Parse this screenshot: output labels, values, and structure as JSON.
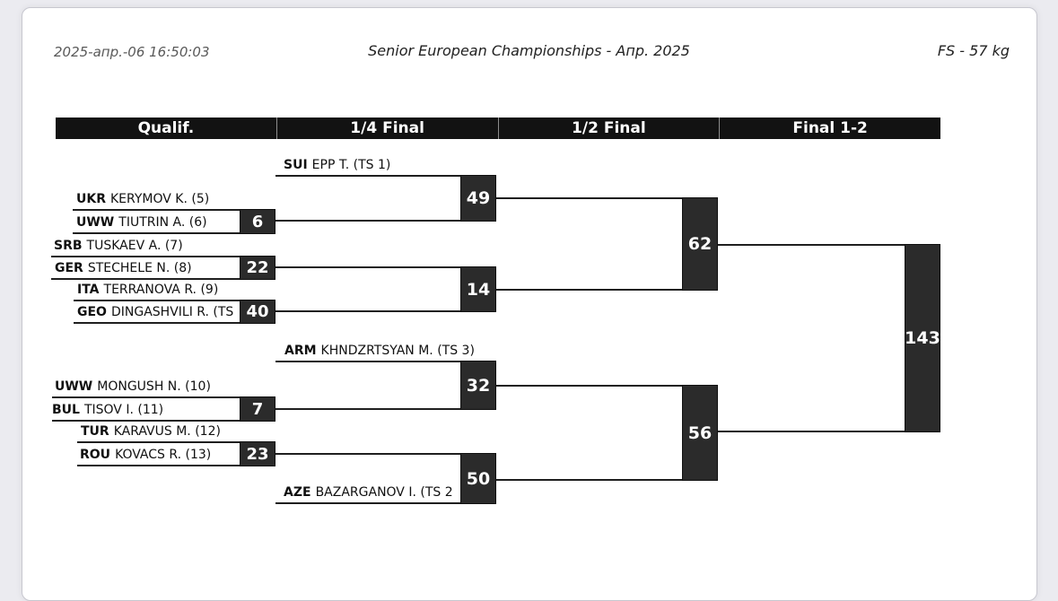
{
  "report": {
    "generated": "2025-апр.-06 16:50:03",
    "title": "Senior European Championships - Апр. 2025",
    "category": "FS - 57 kg"
  },
  "columns": [
    {
      "label": "Qualif."
    },
    {
      "label": "1/4 Final"
    },
    {
      "label": "1/2 Final"
    },
    {
      "label": "Final 1-2"
    }
  ],
  "athletes": [
    {
      "country": "SUI",
      "name": "EPP T. (TS 1)"
    },
    {
      "country": "UKR",
      "name": "KERYMOV K. (5)"
    },
    {
      "country": "UWW",
      "name": "TIUTRIN A. (6)"
    },
    {
      "country": "SRB",
      "name": "TUSKAEV A. (7)"
    },
    {
      "country": "GER",
      "name": "STECHELE N. (8)"
    },
    {
      "country": "ITA",
      "name": "TERRANOVA R. (9)"
    },
    {
      "country": "GEO",
      "name": "DINGASHVILI R. (TS"
    },
    {
      "country": "ARM",
      "name": "KHNDZRTSYAN M. (TS 3)"
    },
    {
      "country": "UWW",
      "name": "MONGUSH N. (10)"
    },
    {
      "country": "BUL",
      "name": "TISOV I. (11)"
    },
    {
      "country": "TUR",
      "name": "KARAVUS M. (12)"
    },
    {
      "country": "ROU",
      "name": "KOVACS R. (13)"
    },
    {
      "country": "AZE",
      "name": "BAZARGANOV I. (TS 2"
    }
  ],
  "matches": {
    "qualification": [
      "6",
      "22",
      "40",
      "7",
      "23"
    ],
    "quarterfinals": [
      "49",
      "14",
      "32",
      "50"
    ],
    "semifinals": [
      "62",
      "56"
    ],
    "final": [
      "143"
    ]
  },
  "colors": {
    "match_box": "#2b2b2b",
    "bracket_line": "#1f1f1f",
    "header_bar_bg": "#121212",
    "header_bar_text": "#ffffff",
    "page_background": "#ebebf0",
    "card_background": "#ffffff"
  }
}
